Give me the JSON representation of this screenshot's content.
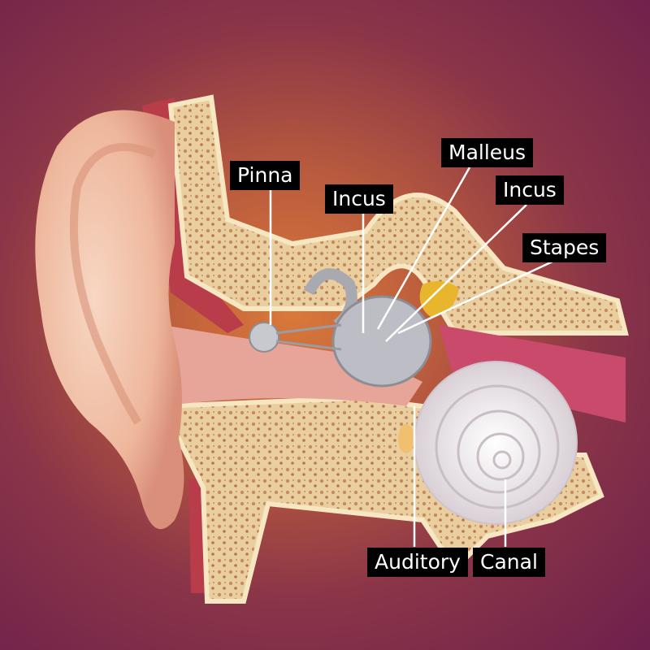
{
  "labels": {
    "pinna": "Pinna",
    "incus_left": "Incus",
    "malleus": "Malleus",
    "incus_right": "Incus",
    "stapes": "Stapes",
    "auditory": "Auditory",
    "canal": "Canal"
  },
  "colors": {
    "label_bg": "#000000",
    "label_text": "#ffffff",
    "bone": "#f1dfb4",
    "skin": "#f3c4a8",
    "ossicle": "#b9b9c0",
    "stapes": "#e8b62c"
  }
}
